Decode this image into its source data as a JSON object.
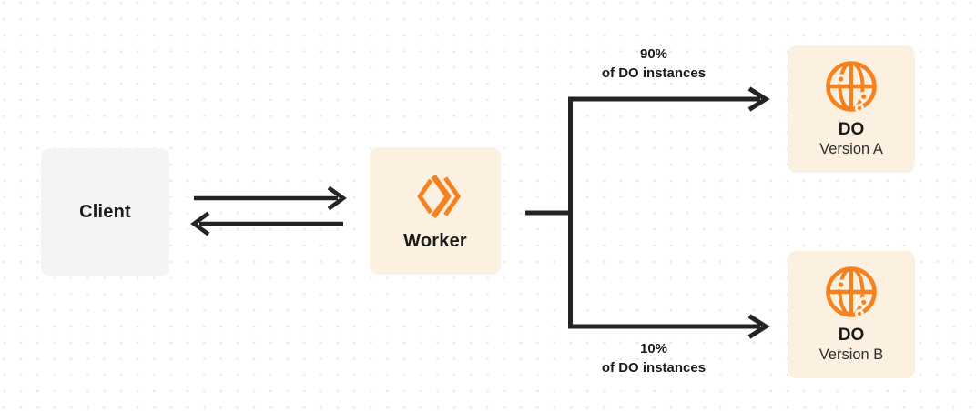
{
  "diagram": {
    "type": "flow",
    "nodes": {
      "client": {
        "label": "Client"
      },
      "worker": {
        "label": "Worker",
        "icon": "workers-logo-icon"
      },
      "do_version_a": {
        "title": "DO",
        "subtitle": "Version A",
        "icon": "globe-icon"
      },
      "do_version_b": {
        "title": "DO",
        "subtitle": "Version B",
        "icon": "globe-icon"
      }
    },
    "edge_labels": {
      "to_version_a": {
        "percent": "90%",
        "caption": "of DO instances"
      },
      "to_version_b": {
        "percent": "10%",
        "caption": "of DO instances"
      }
    },
    "edges": [
      {
        "from": "client",
        "to": "worker",
        "style": "arrow-right"
      },
      {
        "from": "worker",
        "to": "client",
        "style": "arrow-left"
      },
      {
        "from": "worker",
        "to": "do_version_a",
        "style": "branch-arrow",
        "label": "90% of DO instances"
      },
      {
        "from": "worker",
        "to": "do_version_b",
        "style": "branch-arrow",
        "label": "10% of DO instances"
      }
    ],
    "colors": {
      "accent_orange": "#F6821F",
      "node_cream": "#FCF0E0",
      "node_gray": "#F4F4F5",
      "arrow_dark": "#232323",
      "text_dark": "#1B1B1B",
      "text_soft": "#2E2E2E",
      "dot_grid": "#E7E7E9",
      "background": "#FFFFFF"
    }
  }
}
